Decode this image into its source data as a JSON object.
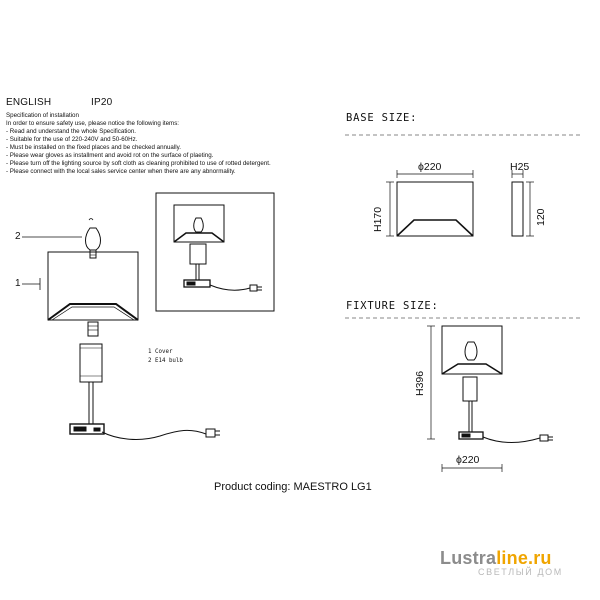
{
  "header": {
    "language": "ENGLISH",
    "ip_rating": "IP20"
  },
  "spec": {
    "title": "Specification of installation",
    "intro": "In order to ensure safety use, please notice the following items:",
    "items": [
      "- Read and understand the whole Specification.",
      "- Suitable for the use of 220-240V and 50-60Hz.",
      "- Must be installed on the fixed places and be checked annually.",
      "- Please wear gloves as installment and avoid rot on the surface of plaeting.",
      "- Please turn off the lighting source by soft cloth as cleaning prohibited to use of rotted detergent.",
      "- Please connect with the local sales service center when there are any abnormality."
    ]
  },
  "callouts": {
    "n1": "1",
    "n2": "2"
  },
  "legend": {
    "item1": "1 Cover",
    "item2": "2 E14 bulb"
  },
  "base_size": {
    "title": "BASE SIZE:",
    "width": "ϕ220",
    "height": "H170",
    "depth": "H25",
    "side_height": "120"
  },
  "fixture_size": {
    "title": "FIXTURE SIZE:",
    "height": "H396",
    "width": "ϕ220"
  },
  "product_coding": "Product coding: MAESTRO LG1",
  "watermark": {
    "brand_dark": "Lustra",
    "brand_light": "line.ru",
    "tagline": "СВЕТЛЫЙ ДОМ",
    "colors": {
      "dark": "#8c8c8c",
      "accent": "#f0a500"
    }
  }
}
